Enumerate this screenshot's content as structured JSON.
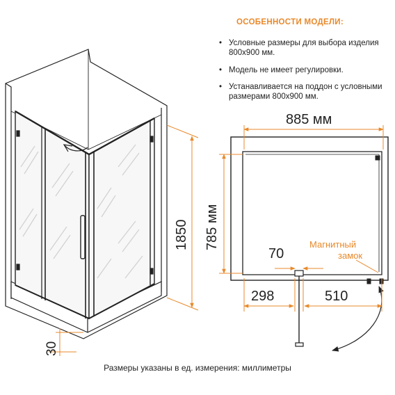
{
  "header": {
    "title": "ОСОБЕННОСТИ МОДЕЛИ:"
  },
  "features": [
    "Условные размеры для выбора изделия 800х900 мм.",
    "Модель не имеет регулировки.",
    "Устанавливается на поддон с условными размерами 800х900 мм."
  ],
  "dims": {
    "width_top": "885 мм",
    "depth": "785 мм",
    "height": "1850",
    "base": "30",
    "gap": "70",
    "left_part": "298",
    "right_part": "510"
  },
  "labels": {
    "magnet_1": "Магнитный",
    "magnet_2": "замок"
  },
  "footer": {
    "caption": "Размеры указаны в ед. измерения: миллиметры"
  },
  "colors": {
    "accent": "#e8892b",
    "line": "#222222",
    "glass": "#cfcfcf"
  }
}
